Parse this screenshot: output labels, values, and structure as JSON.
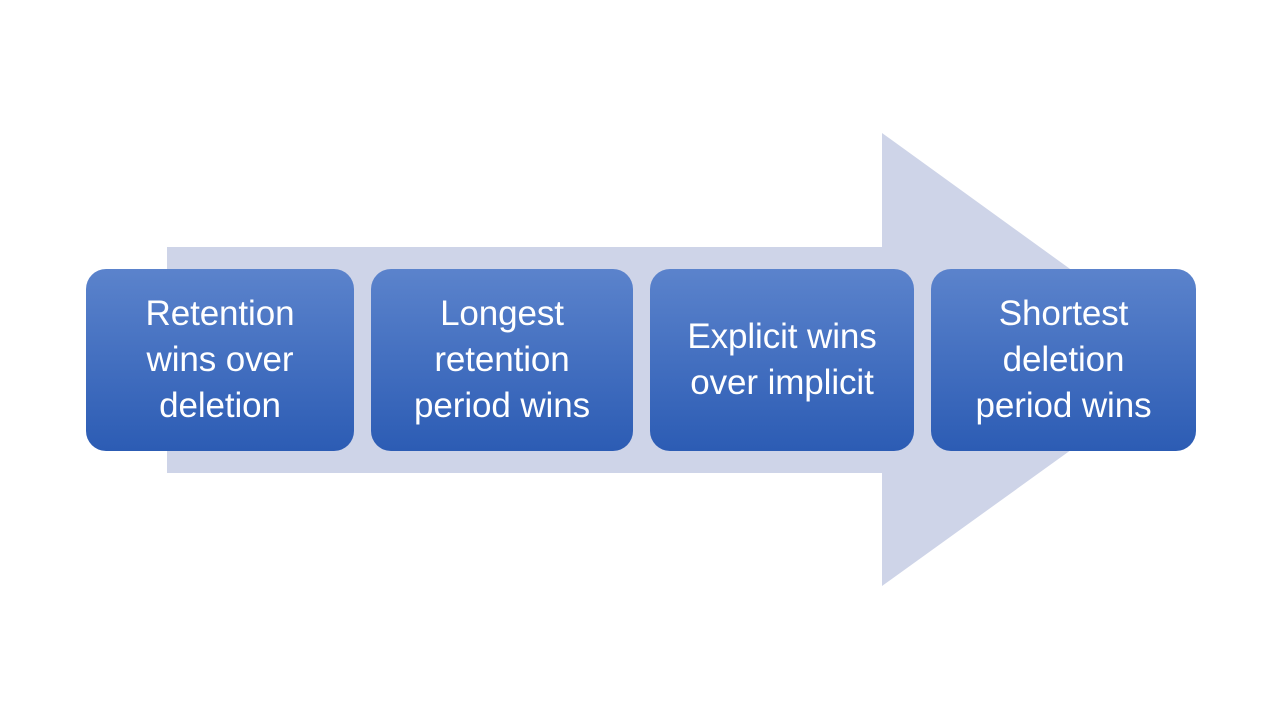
{
  "slide": {
    "type": "process-chevron-diagram",
    "background_color": "#FFFFFF",
    "arrow": {
      "name": "right-block-arrow",
      "fill_color": "#CED4E8"
    },
    "box_gradient": {
      "top_color": "#5B83CC",
      "bottom_color": "#2C5CB4"
    },
    "text_color": "#FFFFFF",
    "steps": [
      {
        "id": "step-1",
        "label": "Retention\nwins over\ndeletion"
      },
      {
        "id": "step-2",
        "label": "Longest\nretention\nperiod wins"
      },
      {
        "id": "step-3",
        "label": "Explicit wins\nover implicit"
      },
      {
        "id": "step-4",
        "label": "Shortest\ndeletion\nperiod wins"
      }
    ]
  }
}
